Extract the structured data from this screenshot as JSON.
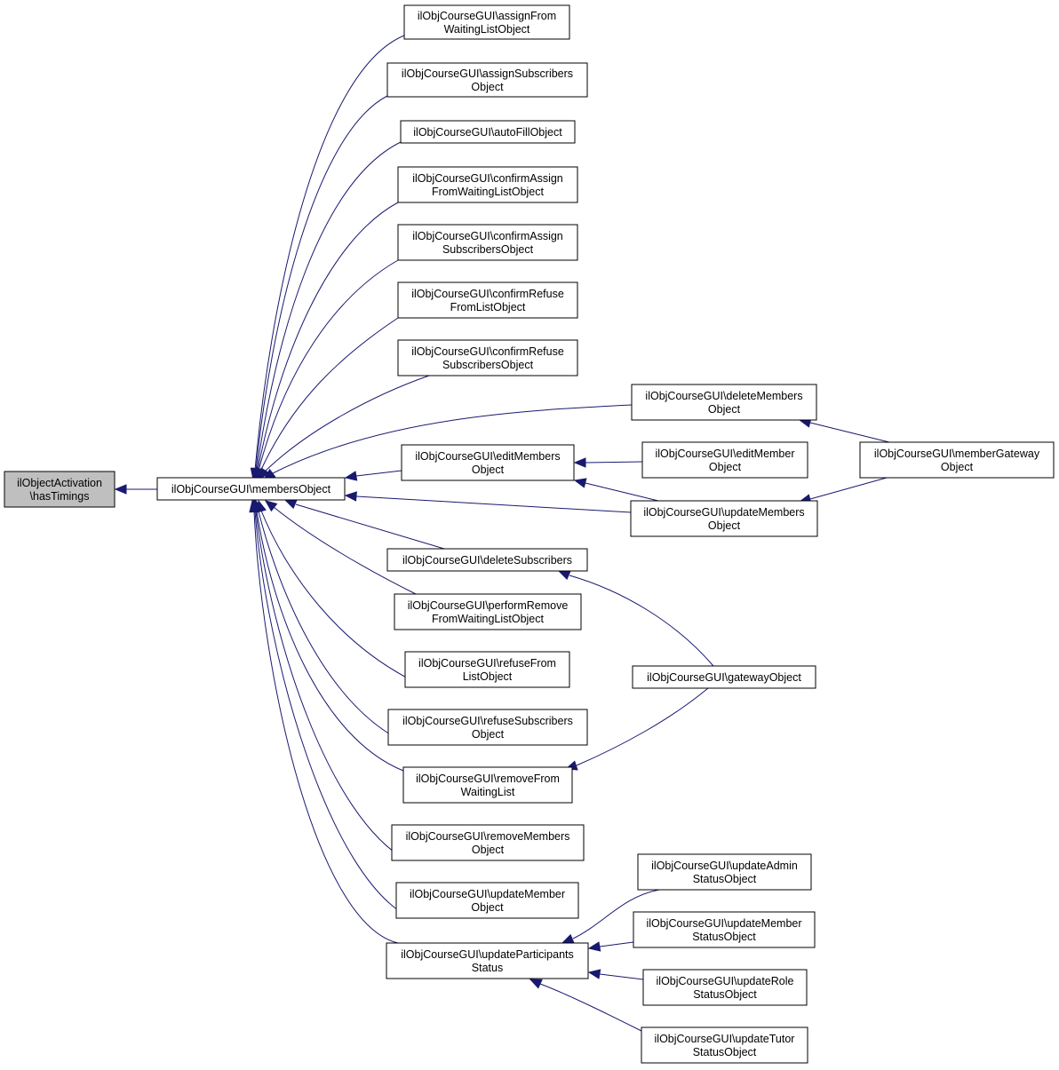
{
  "diagram": {
    "nodes": [
      {
        "id": "root",
        "lines": [
          "ilObjectActivation",
          "\\hasTimings"
        ]
      },
      {
        "id": "members",
        "lines": [
          "ilObjCourseGUI\\membersObject"
        ]
      },
      {
        "id": "assignFrom",
        "lines": [
          "ilObjCourseGUI\\assignFrom",
          "WaitingListObject"
        ]
      },
      {
        "id": "assignSub",
        "lines": [
          "ilObjCourseGUI\\assignSubscribers",
          "Object"
        ]
      },
      {
        "id": "autoFill",
        "lines": [
          "ilObjCourseGUI\\autoFillObject"
        ]
      },
      {
        "id": "confAssignFrom",
        "lines": [
          "ilObjCourseGUI\\confirmAssign",
          "FromWaitingListObject"
        ]
      },
      {
        "id": "confAssignSub",
        "lines": [
          "ilObjCourseGUI\\confirmAssign",
          "SubscribersObject"
        ]
      },
      {
        "id": "confRefuseFrom",
        "lines": [
          "ilObjCourseGUI\\confirmRefuse",
          "FromListObject"
        ]
      },
      {
        "id": "confRefuseSub",
        "lines": [
          "ilObjCourseGUI\\confirmRefuse",
          "SubscribersObject"
        ]
      },
      {
        "id": "deleteMembers",
        "lines": [
          "ilObjCourseGUI\\deleteMembers",
          "Object"
        ]
      },
      {
        "id": "editMembers",
        "lines": [
          "ilObjCourseGUI\\editMembers",
          "Object"
        ]
      },
      {
        "id": "editMember",
        "lines": [
          "ilObjCourseGUI\\editMember",
          "Object"
        ]
      },
      {
        "id": "memberGateway",
        "lines": [
          "ilObjCourseGUI\\memberGateway",
          "Object"
        ]
      },
      {
        "id": "updateMembers",
        "lines": [
          "ilObjCourseGUI\\updateMembers",
          "Object"
        ]
      },
      {
        "id": "deleteSub",
        "lines": [
          "ilObjCourseGUI\\deleteSubscribers"
        ]
      },
      {
        "id": "performRemove",
        "lines": [
          "ilObjCourseGUI\\performRemove",
          "FromWaitingListObject"
        ]
      },
      {
        "id": "refuseFrom",
        "lines": [
          "ilObjCourseGUI\\refuseFrom",
          "ListObject"
        ]
      },
      {
        "id": "gateway",
        "lines": [
          "ilObjCourseGUI\\gatewayObject"
        ]
      },
      {
        "id": "refuseSub",
        "lines": [
          "ilObjCourseGUI\\refuseSubscribers",
          "Object"
        ]
      },
      {
        "id": "removeFrom",
        "lines": [
          "ilObjCourseGUI\\removeFrom",
          "WaitingList"
        ]
      },
      {
        "id": "removeMembers",
        "lines": [
          "ilObjCourseGUI\\removeMembers",
          "Object"
        ]
      },
      {
        "id": "updateMember",
        "lines": [
          "ilObjCourseGUI\\updateMember",
          "Object"
        ]
      },
      {
        "id": "updateAdmin",
        "lines": [
          "ilObjCourseGUI\\updateAdmin",
          "StatusObject"
        ]
      },
      {
        "id": "updateMemberStatus",
        "lines": [
          "ilObjCourseGUI\\updateMember",
          "StatusObject"
        ]
      },
      {
        "id": "updateParticipants",
        "lines": [
          "ilObjCourseGUI\\updateParticipants",
          "Status"
        ]
      },
      {
        "id": "updateRole",
        "lines": [
          "ilObjCourseGUI\\updateRole",
          "StatusObject"
        ]
      },
      {
        "id": "updateTutor",
        "lines": [
          "ilObjCourseGUI\\updateTutor",
          "StatusObject"
        ]
      }
    ],
    "edges": [
      {
        "from": "members",
        "to": "root"
      },
      {
        "from": "assignFrom",
        "to": "members"
      },
      {
        "from": "assignSub",
        "to": "members"
      },
      {
        "from": "autoFill",
        "to": "members"
      },
      {
        "from": "confAssignFrom",
        "to": "members"
      },
      {
        "from": "confAssignSub",
        "to": "members"
      },
      {
        "from": "confRefuseFrom",
        "to": "members"
      },
      {
        "from": "confRefuseSub",
        "to": "members"
      },
      {
        "from": "deleteMembers",
        "to": "members"
      },
      {
        "from": "editMembers",
        "to": "members"
      },
      {
        "from": "updateMembers",
        "to": "members"
      },
      {
        "from": "deleteSub",
        "to": "members"
      },
      {
        "from": "performRemove",
        "to": "members"
      },
      {
        "from": "refuseFrom",
        "to": "members"
      },
      {
        "from": "refuseSub",
        "to": "members"
      },
      {
        "from": "removeFrom",
        "to": "members"
      },
      {
        "from": "removeMembers",
        "to": "members"
      },
      {
        "from": "updateMember",
        "to": "members"
      },
      {
        "from": "updateParticipants",
        "to": "members"
      },
      {
        "from": "memberGateway",
        "to": "deleteMembers"
      },
      {
        "from": "editMember",
        "to": "editMembers"
      },
      {
        "from": "updateMembers",
        "to": "editMembers"
      },
      {
        "from": "memberGateway",
        "to": "updateMembers"
      },
      {
        "from": "gateway",
        "to": "deleteSub"
      },
      {
        "from": "gateway",
        "to": "removeFrom"
      },
      {
        "from": "updateAdmin",
        "to": "updateParticipants"
      },
      {
        "from": "updateMemberStatus",
        "to": "updateParticipants"
      },
      {
        "from": "updateRole",
        "to": "updateParticipants"
      },
      {
        "from": "updateTutor",
        "to": "updateParticipants"
      }
    ]
  },
  "colors": {
    "edge": "#191970",
    "root_fill": "#bfbfbf",
    "node_fill": "#ffffff",
    "node_stroke": "#000000"
  }
}
